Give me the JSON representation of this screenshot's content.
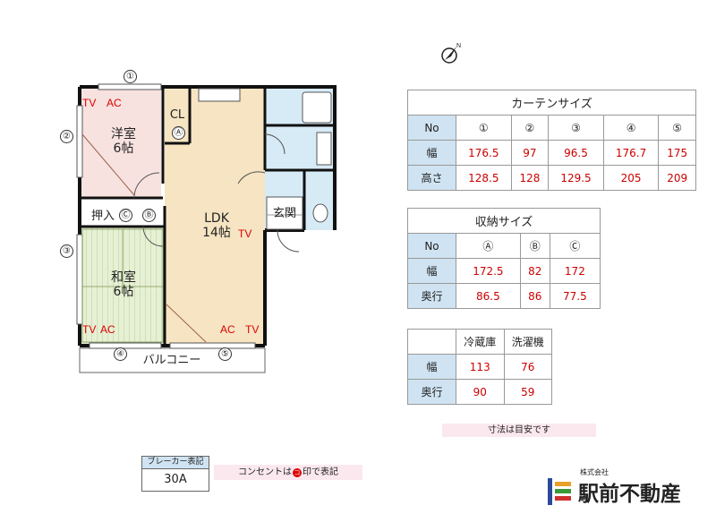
{
  "floorplan": {
    "rooms": {
      "western": {
        "name": "洋室",
        "size": "6帖"
      },
      "japanese": {
        "name": "和室",
        "size": "6帖"
      },
      "ldk": {
        "name": "LDK",
        "size": "14帖"
      },
      "entrance": "玄関",
      "closet": "CL",
      "oshiire": "押入",
      "balcony": "バルコニー"
    },
    "markers": {
      "tv": "TV",
      "ac": "AC",
      "outlet": "コ"
    },
    "window_numbers": [
      "①",
      "②",
      "③",
      "④",
      "⑤"
    ],
    "storage_letters": [
      "Ⓐ",
      "Ⓑ",
      "Ⓒ"
    ]
  },
  "curtain_table": {
    "title": "カーテンサイズ",
    "columns": [
      "No",
      "①",
      "②",
      "③",
      "④",
      "⑤"
    ],
    "rows": [
      {
        "label": "幅",
        "values": [
          "176.5",
          "97",
          "96.5",
          "176.7",
          "175"
        ]
      },
      {
        "label": "高さ",
        "values": [
          "128.5",
          "128",
          "129.5",
          "205",
          "209"
        ]
      }
    ]
  },
  "storage_table": {
    "title": "収納サイズ",
    "columns": [
      "No",
      "Ⓐ",
      "Ⓑ",
      "Ⓒ"
    ],
    "rows": [
      {
        "label": "幅",
        "values": [
          "172.5",
          "82",
          "172"
        ]
      },
      {
        "label": "奥行",
        "values": [
          "86.5",
          "86",
          "77.5"
        ]
      }
    ]
  },
  "appliance_table": {
    "columns": [
      "冷蔵庫",
      "洗濯機"
    ],
    "rows": [
      {
        "label": "幅",
        "values": [
          "113",
          "76"
        ]
      },
      {
        "label": "奥行",
        "values": [
          "90",
          "59"
        ]
      }
    ]
  },
  "note_dimensions": "寸法は目安です",
  "breaker": {
    "label": "ブレーカー表記",
    "value": "30A"
  },
  "outlet_note": "コンセントは",
  "outlet_note_tail": "印で表記",
  "company": {
    "prefix": "株式会社",
    "name": "駅前不動産"
  },
  "colors": {
    "western_floor": "#f7e2df",
    "japanese_floor": "#e6f0d4",
    "ldk_floor": "#f6e4c2",
    "wet_area": "#d7ebf6",
    "table_header": "#cfe3f2",
    "value_red": "#cc0000"
  }
}
